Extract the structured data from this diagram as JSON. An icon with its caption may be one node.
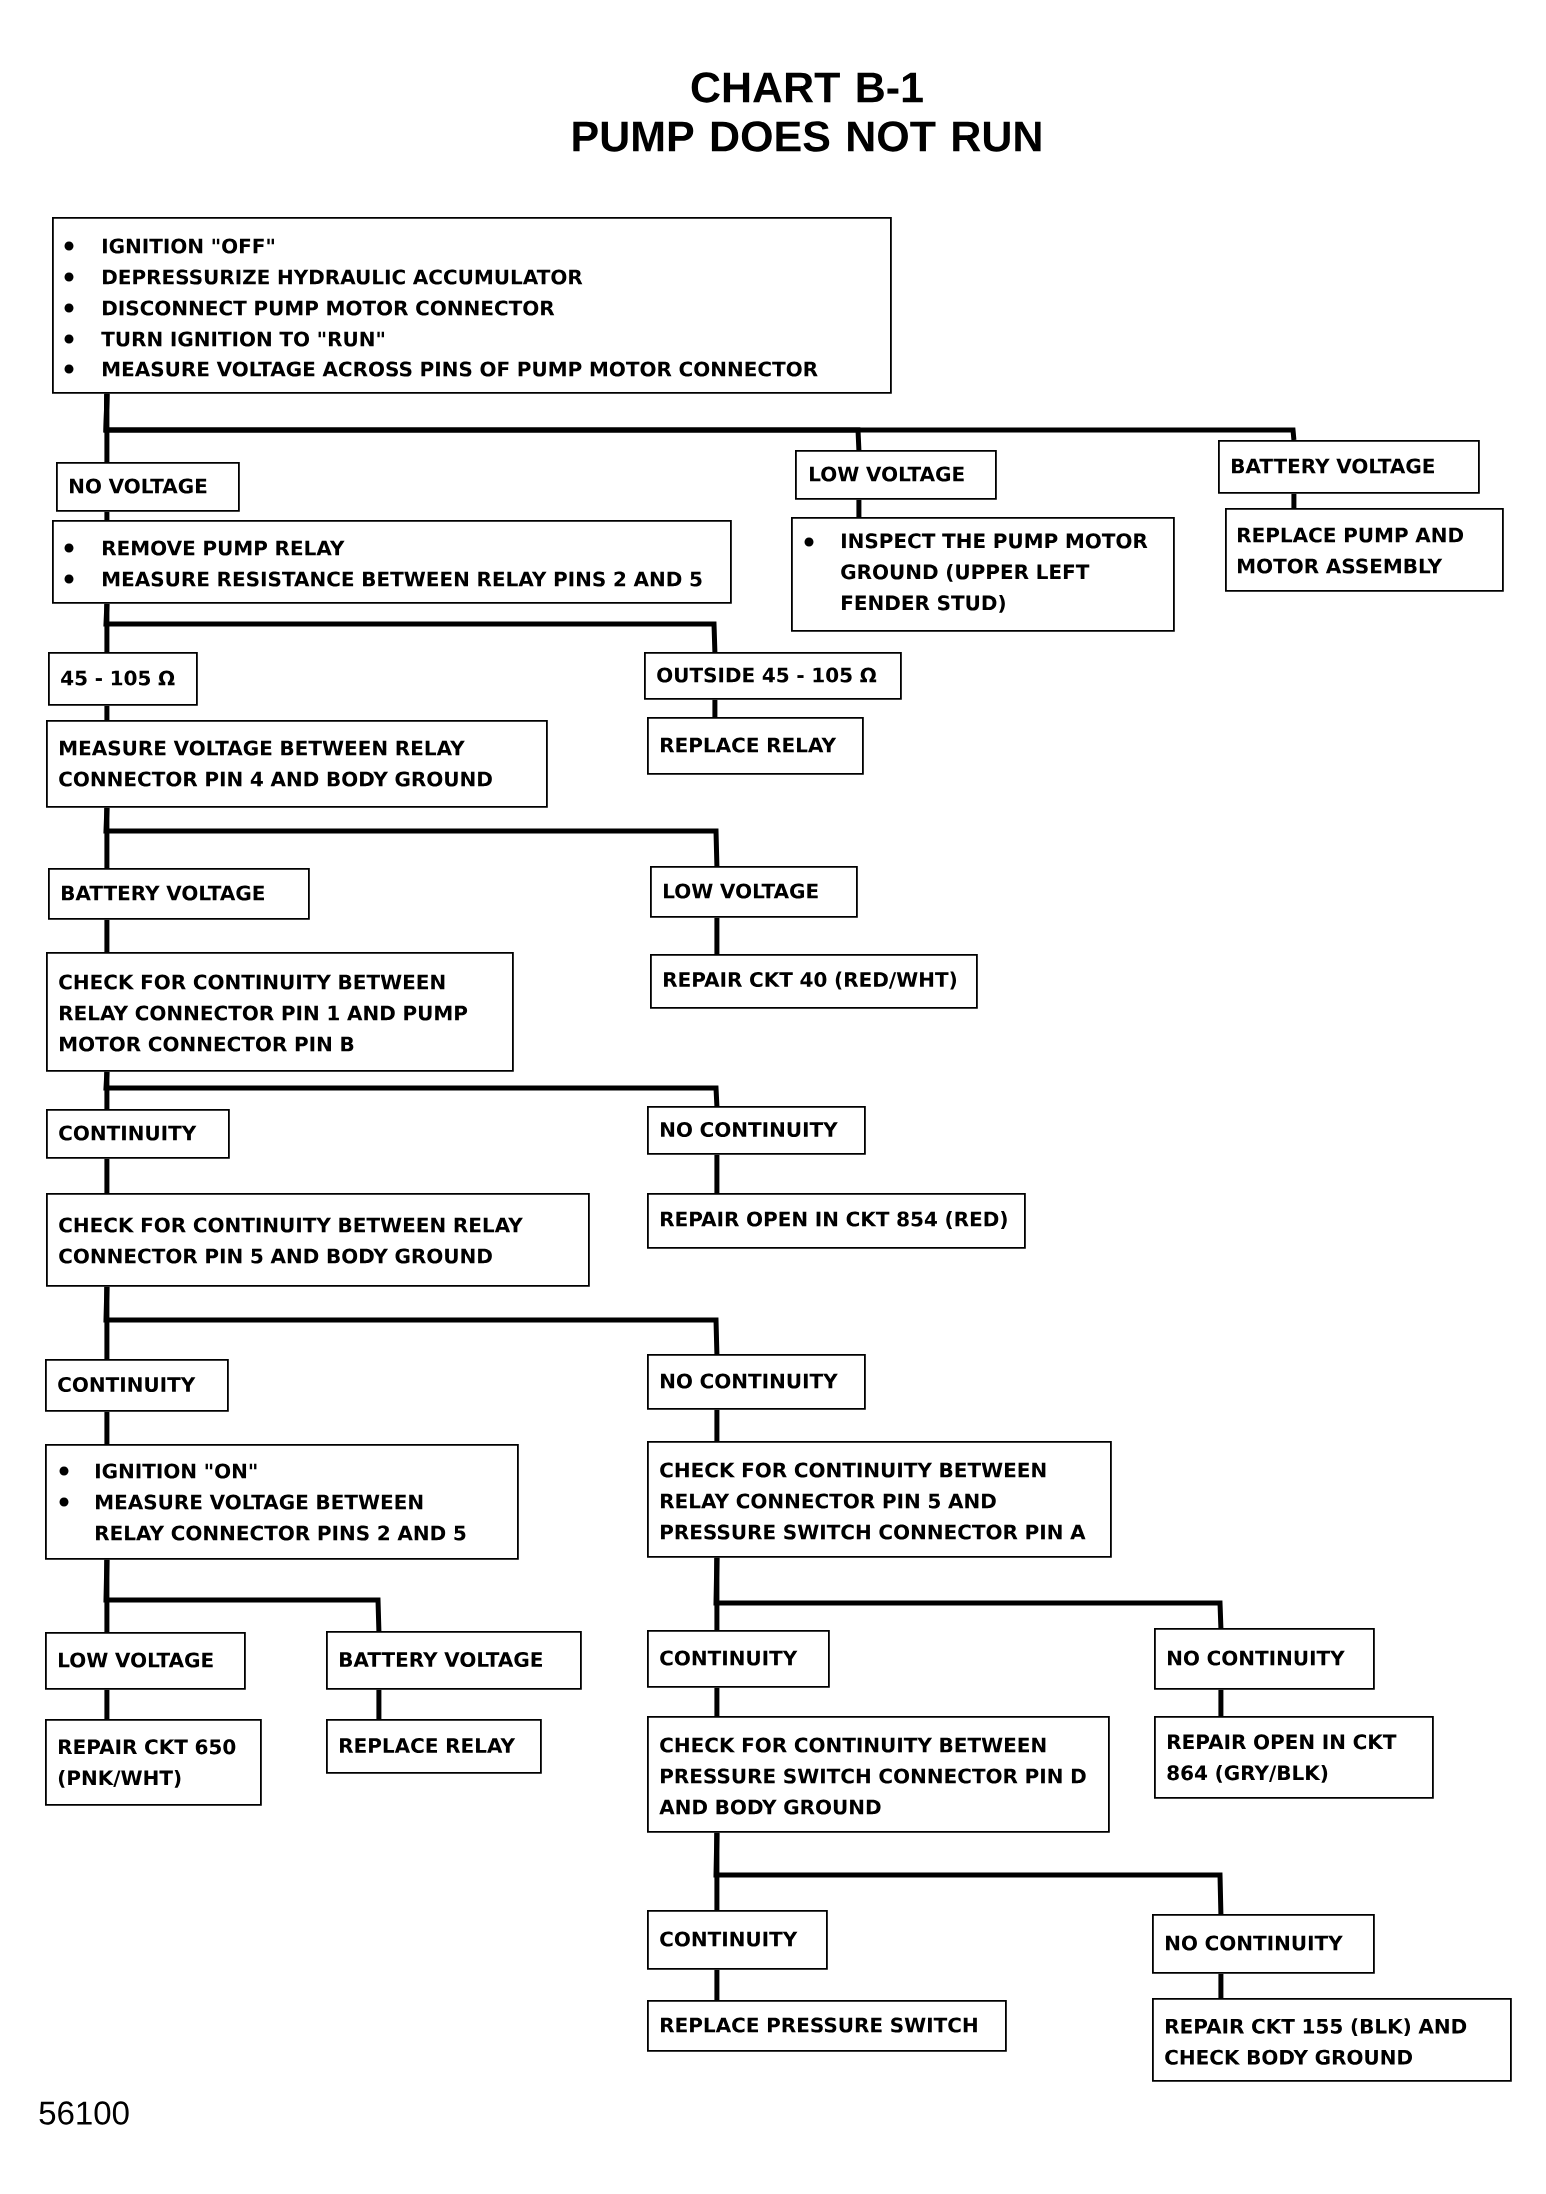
{
  "diagram": {
    "title": "CHART B-1 PUMP DOES NOT RUN",
    "nodes": [
      {
        "text": [
          "IGNITION \"OFF\"",
          "DEPRESSURIZE HYDRAULIC ACCUMULATOR",
          "DISCONNECT PUMP MOTOR CONNECTOR",
          "TURN IGNITION TO \"RUN\"",
          "MEASURE VOLTAGE ACROSS PINS OF PUMP MOTOR CONNECTOR"
        ]
      },
      {
        "text": [
          "NO VOLTAGE"
        ]
      },
      {
        "text": [
          "LOW VOLTAGE"
        ]
      },
      {
        "text": [
          "BATTERY VOLTAGE"
        ]
      },
      {
        "text": [
          "REMOVE PUMP RELAY",
          "MEASURE RESISTANCE BETWEEN RELAY PINS 2 AND 5"
        ]
      },
      {
        "text": [
          "INSPECT THE PUMP MOTOR GROUND (UPPER LEFT FENDER STUD)"
        ]
      },
      {
        "text": [
          "REPLACE PUMP AND MOTOR ASSEMBLY"
        ]
      },
      {
        "text": [
          "45 - 105 Ω"
        ]
      },
      {
        "text": [
          "OUTSIDE 45 - 105 Ω"
        ]
      },
      {
        "text": [
          "MEASURE VOLTAGE BETWEEN RELAY CONNECTOR PIN 4 AND BODY GROUND"
        ]
      },
      {
        "text": [
          "REPLACE RELAY"
        ]
      },
      {
        "text": [
          "BATTERY VOLTAGE"
        ]
      },
      {
        "text": [
          "LOW VOLTAGE"
        ]
      },
      {
        "text": [
          "CHECK FOR CONTINUITY BETWEEN RELAY CONNECTOR PIN 1 AND PUMP MOTOR CONNECTOR PIN B"
        ]
      },
      {
        "text": [
          "REPAIR CKT 40 (RED/WHT)"
        ]
      },
      {
        "text": [
          "CONTINUITY"
        ]
      },
      {
        "text": [
          "NO CONTINUITY"
        ]
      },
      {
        "text": [
          "CHECK FOR CONTINUITY BETWEEN RELAY CONNECTOR PIN 5 AND BODY GROUND"
        ]
      },
      {
        "text": [
          "REPAIR OPEN IN CKT 854 (RED)"
        ]
      },
      {
        "text": [
          "CONTINUITY"
        ]
      },
      {
        "text": [
          "NO CONTINUITY"
        ]
      },
      {
        "text": [
          "IGNITION \"ON\"",
          "MEASURE VOLTAGE BETWEEN RELAY CONNECTOR PINS 2 AND 5"
        ]
      },
      {
        "text": [
          "CHECK FOR CONTINUITY BETWEEN RELAY CONNECTOR PIN 5 AND PRESSURE SWITCH CONNECTOR PIN A"
        ]
      },
      {
        "text": [
          "LOW VOLTAGE"
        ]
      },
      {
        "text": [
          "BATTERY VOLTAGE"
        ]
      },
      {
        "text": [
          "REPAIR CKT 650 (PNK/WHT)"
        ]
      },
      {
        "text": [
          "REPLACE RELAY"
        ]
      },
      {
        "text": [
          "CONTINUITY"
        ]
      },
      {
        "text": [
          "NO CONTINUITY"
        ]
      },
      {
        "text": [
          "CHECK FOR CONTINUITY BETWEEN PRESSURE SWITCH CONNECTOR PIN D AND BODY GROUND"
        ]
      },
      {
        "text": [
          "REPAIR OPEN IN CKT 864 (GRY/BLK)"
        ]
      },
      {
        "text": [
          "CONTINUITY"
        ]
      },
      {
        "text": [
          "NO CONTINUITY"
        ]
      },
      {
        "text": [
          "REPLACE PRESSURE SWITCH"
        ]
      },
      {
        "text": [
          "REPAIR CKT 155 (BLK) AND CHECK BODY GROUND"
        ]
      }
    ],
    "edges": [
      {
        "from": 0,
        "to": 1,
        "arrow": "none"
      },
      {
        "from": 0,
        "to": 2,
        "arrow": "none"
      },
      {
        "from": 0,
        "to": 3,
        "arrow": "none"
      },
      {
        "from": 1,
        "to": 4,
        "arrow": "none"
      },
      {
        "from": 2,
        "to": 5,
        "arrow": "none"
      },
      {
        "from": 3,
        "to": 6,
        "arrow": "none"
      },
      {
        "from": 4,
        "to": 7,
        "arrow": "none"
      },
      {
        "from": 4,
        "to": 8,
        "arrow": "none"
      },
      {
        "from": 7,
        "to": 9,
        "arrow": "none"
      },
      {
        "from": 8,
        "to": 10,
        "arrow": "none"
      },
      {
        "from": 9,
        "to": 11,
        "arrow": "none"
      },
      {
        "from": 9,
        "to": 12,
        "arrow": "none"
      },
      {
        "from": 11,
        "to": 13,
        "arrow": "none"
      },
      {
        "from": 12,
        "to": 14,
        "arrow": "none"
      },
      {
        "from": 13,
        "to": 15,
        "arrow": "none"
      },
      {
        "from": 13,
        "to": 16,
        "arrow": "none"
      },
      {
        "from": 15,
        "to": 17,
        "arrow": "none"
      },
      {
        "from": 16,
        "to": 18,
        "arrow": "none"
      },
      {
        "from": 17,
        "to": 19,
        "arrow": "none"
      },
      {
        "from": 17,
        "to": 20,
        "arrow": "none"
      },
      {
        "from": 19,
        "to": 21,
        "arrow": "none"
      },
      {
        "from": 20,
        "to": 22,
        "arrow": "none"
      },
      {
        "from": 21,
        "to": 23,
        "arrow": "none"
      },
      {
        "from": 21,
        "to": 24,
        "arrow": "none"
      },
      {
        "from": 22,
        "to": 27,
        "arrow": "none"
      },
      {
        "from": 22,
        "to": 28,
        "arrow": "none"
      },
      {
        "from": 23,
        "to": 25,
        "arrow": "none"
      },
      {
        "from": 24,
        "to": 26,
        "arrow": "none"
      },
      {
        "from": 27,
        "to": 29,
        "arrow": "none"
      },
      {
        "from": 28,
        "to": 30,
        "arrow": "none"
      },
      {
        "from": 29,
        "to": 31,
        "arrow": "none"
      },
      {
        "from": 29,
        "to": 32,
        "arrow": "none"
      },
      {
        "from": 31,
        "to": 33,
        "arrow": "none"
      },
      {
        "from": 32,
        "to": 34,
        "arrow": "none"
      }
    ],
    "labels": [
      "56100"
    ]
  }
}
